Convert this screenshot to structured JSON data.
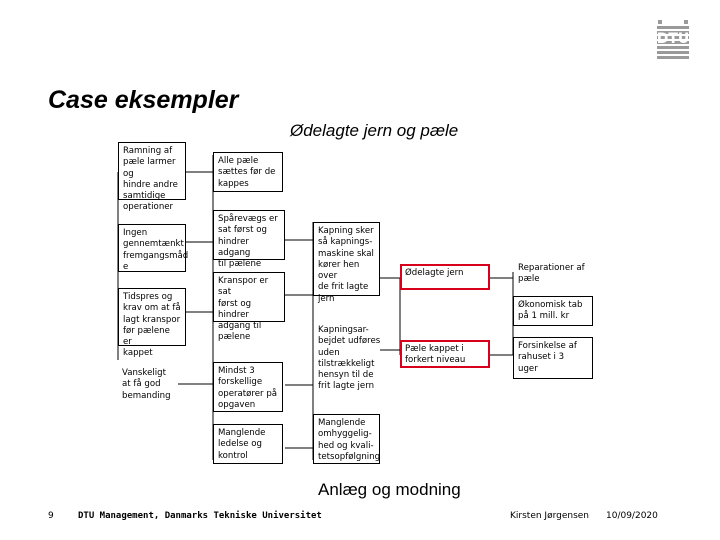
{
  "slide": {
    "title": "Case eksempler",
    "subtitle": "Ødelagte jern og pæle",
    "caption": "Anlæg og modning",
    "logo_text": "DTU"
  },
  "boxes": {
    "c1_1": "Ramning af\npæle larmer og\nhindre andre\nsamtidige\noperationer",
    "c1_2": "Ingen\ngennemtænkt\nfremgangsmåd\ne",
    "c1_3": "Tidspres og\nkrav om at få\nlagt kranspor\nfør pælene er\nkappet",
    "c1_4": "Vanskeligt\nat få god\nbemanding",
    "c2_1": "Alle pæle\nsættes før de\nkappes",
    "c2_2": "Spårevægs er\nsat først og\nhindrer adgang\ntil pælene",
    "c2_3": "Kranspor er sat\nførst og hindrer\nadgang til\npælene",
    "c2_4": "Mindst 3\nforskellige\noperatører på\nopgaven",
    "c2_5": "Manglende\nledelse og\nkontrol",
    "c3_1": "Kapning sker\nså kapnings-\nmaskine skal\nkører hen over\nde frit lagte\njern",
    "c3_2": "Kapningsar-\nbejdet udføres\nuden\ntilstrækkeligt\nhensyn til de\nfrit lagte jern",
    "c3_3": "Manglende\nomhyggelig-\nhed og kvali-\ntetsopfølgning",
    "c4_1": "Ødelagte jern",
    "c4_2": "Pæle kappet i\nforkert niveau",
    "c5_1": "Reparationer af\npæle",
    "c5_2": "Økonomisk tab\npå 1 mill. kr",
    "c5_3": "Forsinkelse af\nrahuset i 3\nuger"
  },
  "footer": {
    "page": "9",
    "org": "DTU Management, Danmarks Tekniske Universitet",
    "author": "Kirsten Jørgensen",
    "date": "10/09/2020"
  },
  "colors": {
    "accent_red": "#d9001b",
    "logo_gray": "#9a9a9a"
  }
}
